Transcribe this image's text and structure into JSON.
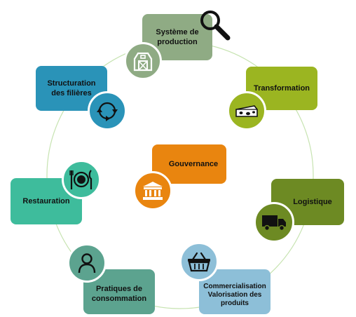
{
  "diagram": {
    "center": {
      "label": "Gouvernance",
      "icon": "bank-icon",
      "color": "#E9850F"
    },
    "nodes": [
      {
        "id": "systeme",
        "label": "Système de\nproduction",
        "icon": "barn-icon",
        "color": "#8FAB84"
      },
      {
        "id": "transformation",
        "label": "Transformation",
        "icon": "cheese-icon",
        "color": "#9BB521"
      },
      {
        "id": "logistique",
        "label": "Logistique",
        "icon": "truck-icon",
        "color": "#6D8A23"
      },
      {
        "id": "commercialisation",
        "label": "Commercialisation\nValorisation des\nproduits",
        "icon": "basket-icon",
        "color": "#8DBFD8"
      },
      {
        "id": "pratiques",
        "label": "Pratiques de\nconsommation",
        "icon": "person-icon",
        "color": "#5CA38F"
      },
      {
        "id": "restauration",
        "label": "Restauration",
        "icon": "plate-cutlery-icon",
        "color": "#3EBC9C"
      },
      {
        "id": "structuration",
        "label": "Structuration\ndes filières",
        "icon": "cycle-arrows-icon",
        "color": "#2A93B8"
      }
    ],
    "extra_icon": "magnifier-icon",
    "ring_color": "#C6E3B0"
  }
}
